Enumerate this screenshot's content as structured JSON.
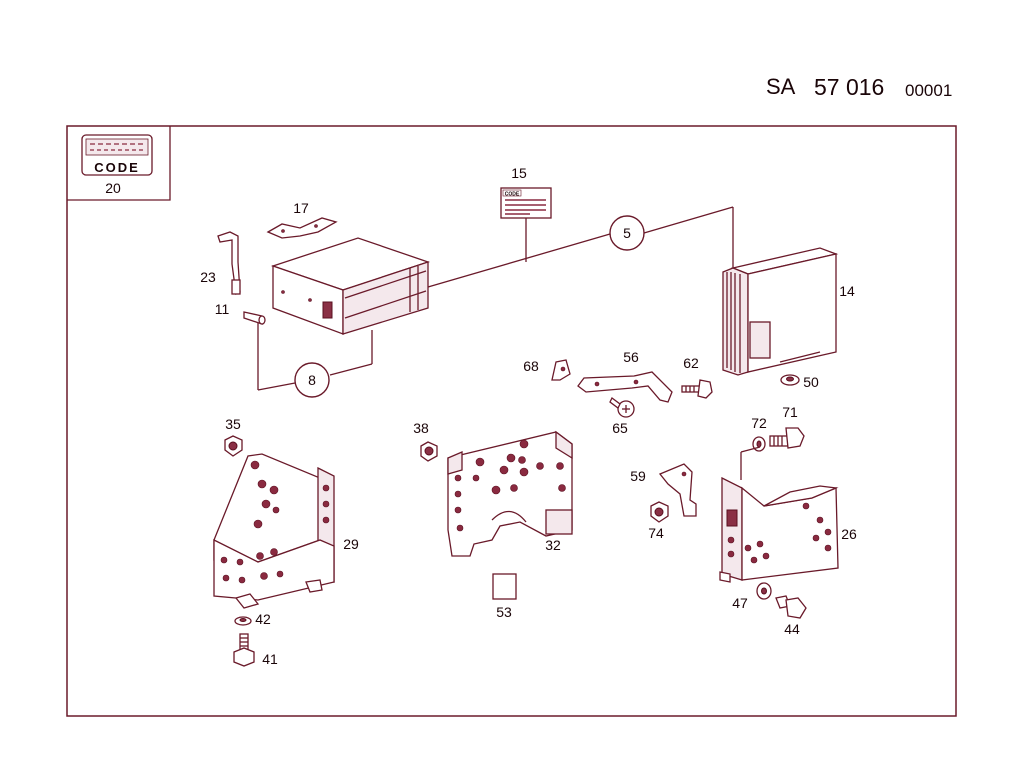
{
  "header": {
    "prefix": "SA",
    "number": "57 016",
    "suffix": "00001"
  },
  "inset": {
    "code_text": "CODE",
    "label": "20"
  },
  "label15": {
    "code_text": "CODE"
  },
  "callouts": {
    "c5": "5",
    "c8": "8"
  },
  "parts": {
    "p11": "11",
    "p14": "14",
    "p15": "15",
    "p17": "17",
    "p23": "23",
    "p26": "26",
    "p29": "29",
    "p32": "32",
    "p35": "35",
    "p38": "38",
    "p41": "41",
    "p42": "42",
    "p44": "44",
    "p47": "47",
    "p50": "50",
    "p53": "53",
    "p56": "56",
    "p59": "59",
    "p62": "62",
    "p65": "65",
    "p68": "68",
    "p71": "71",
    "p72": "72",
    "p74": "74"
  },
  "colors": {
    "line": "#6a1a2a",
    "accent": "#8a2a40",
    "label_bg": "#f4e8ec"
  }
}
